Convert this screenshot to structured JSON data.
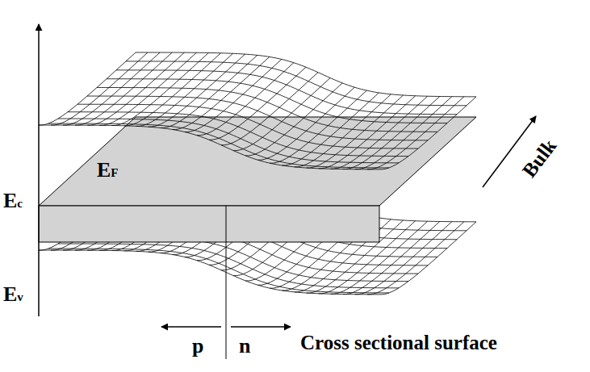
{
  "diagram": {
    "labels": [
      "Ec",
      "EF",
      "Ev",
      "p",
      "n",
      "Cross sectional surface",
      "Bulk"
    ]
  }
}
